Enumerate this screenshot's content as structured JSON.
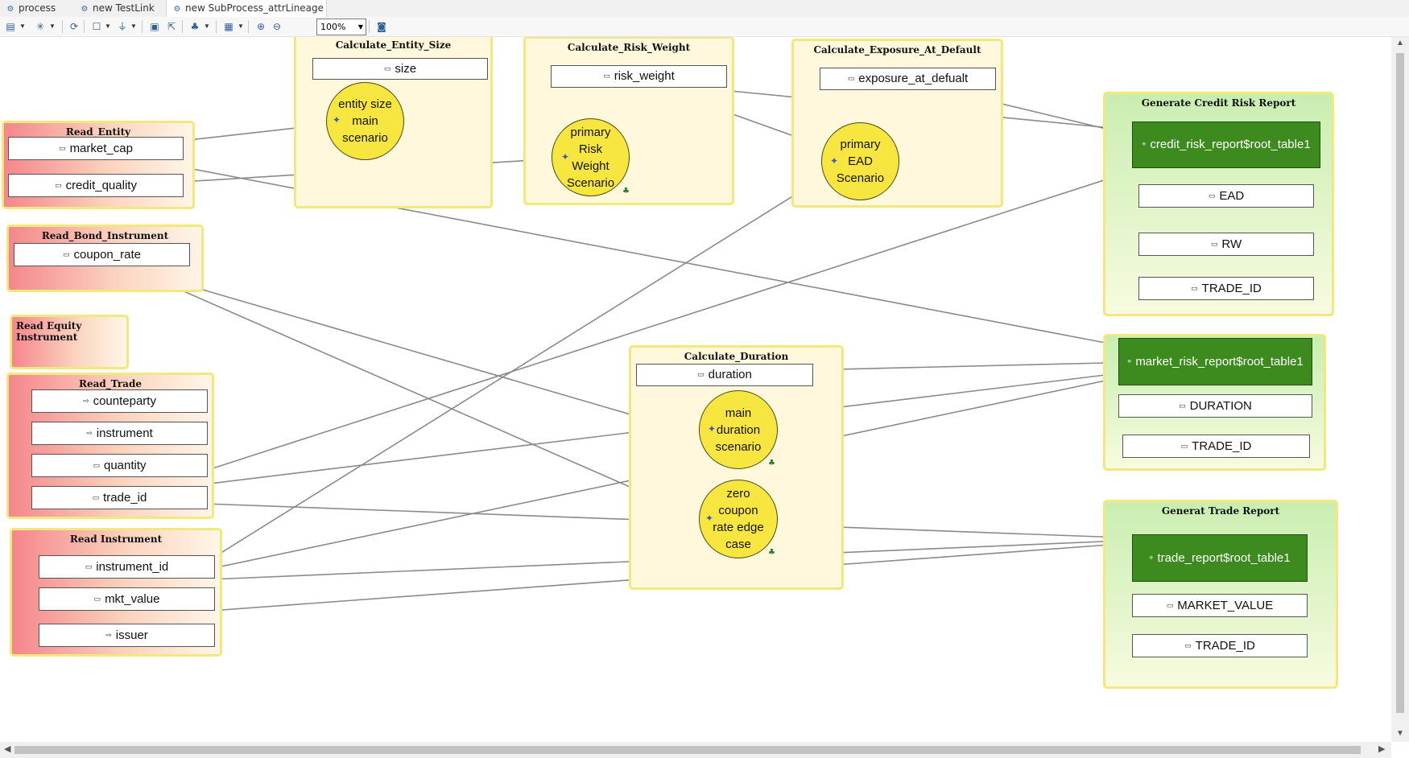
{
  "tabs": [
    {
      "label": "process",
      "icon": "process-icon"
    },
    {
      "label": "new TestLink",
      "icon": "process-icon"
    },
    {
      "label": "new SubProcess_attrLineage",
      "icon": "process-icon",
      "close": "✕"
    }
  ],
  "toolbar": {
    "zoom": "100%"
  },
  "calc": {
    "entity_size": {
      "title": "Calculate_Entity_Size",
      "attr": "size",
      "scenario": "entity size\nmain\nscenario"
    },
    "risk_weight": {
      "title": "Calculate_Risk_Weight",
      "attr": "risk_weight",
      "scenario": "primary\nRisk\nWeight\nScenario"
    },
    "ead": {
      "title": "Calculate_Exposure_At_Default",
      "attr": "exposure_at_defualt",
      "scenario": "primary\nEAD\nScenario"
    },
    "duration": {
      "title": "Calculate_Duration",
      "attr": "duration",
      "scenario1": "main\nduration\nscenario",
      "scenario2": "zero\ncoupon\nrate edge\ncase"
    }
  },
  "read": {
    "entity": {
      "title": "Read_Entity",
      "attrs": [
        "market_cap",
        "credit_quality"
      ]
    },
    "bond": {
      "title": "Read_Bond_Instrument",
      "attrs": [
        "coupon_rate"
      ]
    },
    "equity": {
      "title": "Read Equity Instrument"
    },
    "trade": {
      "title": "Read_Trade",
      "attrs": [
        "counteparty",
        "instrument",
        "quantity",
        "trade_id"
      ]
    },
    "instrument": {
      "title": "Read Instrument",
      "attrs": [
        "instrument_id",
        "mkt_value",
        "issuer"
      ]
    }
  },
  "gen": {
    "credit": {
      "title": "Generate Credit Risk Report",
      "root": "credit_risk_report$root_table1",
      "attrs": [
        "EAD",
        "RW",
        "TRADE_ID"
      ]
    },
    "market": {
      "root": "market_risk_report$root_table1",
      "attrs": [
        "DURATION",
        "TRADE_ID"
      ]
    },
    "trade": {
      "title": "Generat Trade Report",
      "root": "trade_report$root_table1",
      "attrs": [
        "MARKET_VALUE",
        "TRADE_ID"
      ]
    }
  },
  "colors": {
    "edge": "#8a8a8a",
    "node_border": "#f2e87c",
    "root_fill": "#3d8a1f",
    "scenario_fill": "#f8e640"
  }
}
